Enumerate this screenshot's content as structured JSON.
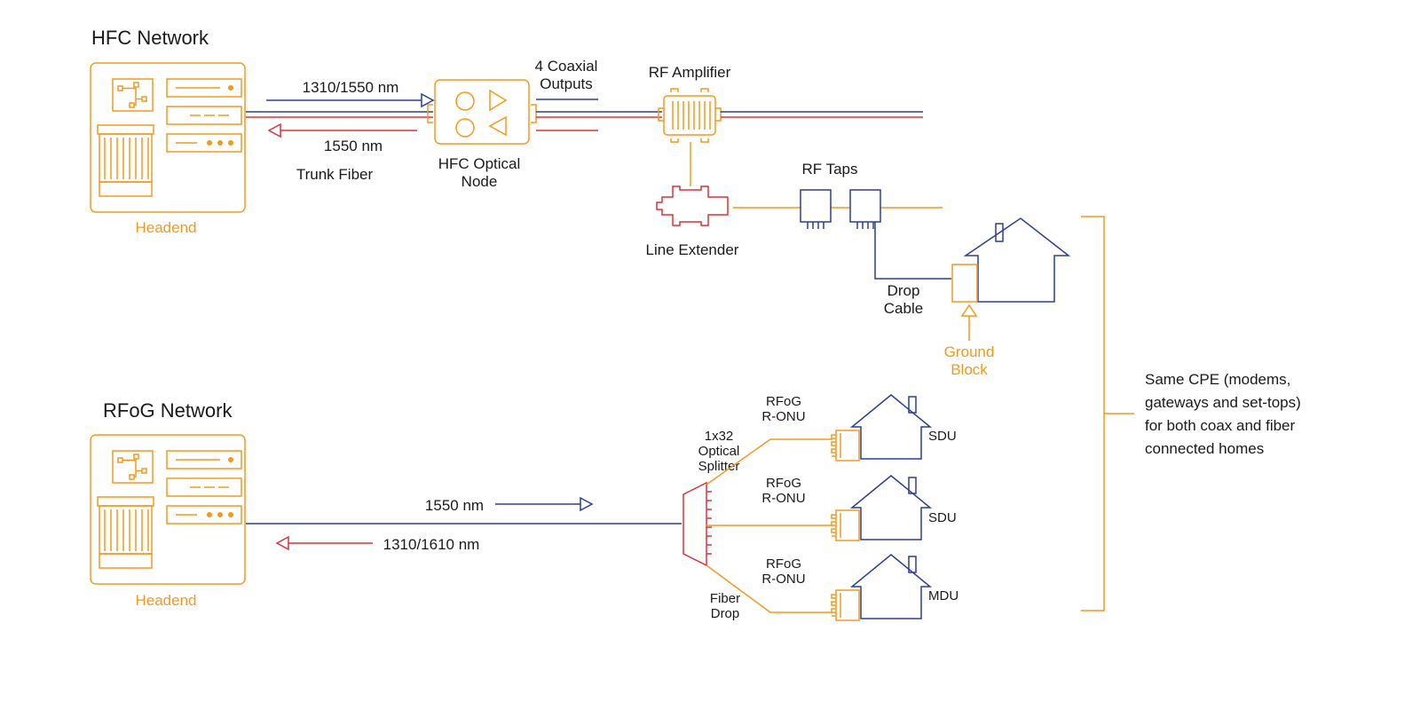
{
  "hfc": {
    "title": "HFC Network",
    "headend": "Headend",
    "downstream": "1310/1550 nm",
    "upstream": "1550 nm",
    "trunk": "Trunk Fiber",
    "node_line1": "HFC Optical",
    "node_line2": "Node",
    "coax_line1": "4 Coaxial",
    "coax_line2": "Outputs",
    "amplifier": "RF Amplifier",
    "taps": "RF Taps",
    "line_extender": "Line Extender",
    "drop_line1": "Drop",
    "drop_line2": "Cable",
    "ground_line1": "Ground",
    "ground_line2": "Block"
  },
  "rfog": {
    "title": "RFoG Network",
    "headend": "Headend",
    "downstream": "1550 nm",
    "upstream": "1310/1610 nm",
    "splitter_line1": "1x32",
    "splitter_line2": "Optical",
    "splitter_line3": "Splitter",
    "fiber_drop_line1": "Fiber",
    "fiber_drop_line2": "Drop",
    "onu_line1": "RFoG",
    "onu_line2": "R-ONU",
    "homes": [
      "SDU",
      "SDU",
      "MDU"
    ]
  },
  "cpe": {
    "line1": "Same CPE (modems,",
    "line2": "gateways and set-tops)",
    "line3": "for both coax and fiber",
    "line4": "connected homes"
  },
  "colors": {
    "orange": "#f39a1e",
    "blue": "#2c3e8f",
    "red": "#d8343f"
  }
}
